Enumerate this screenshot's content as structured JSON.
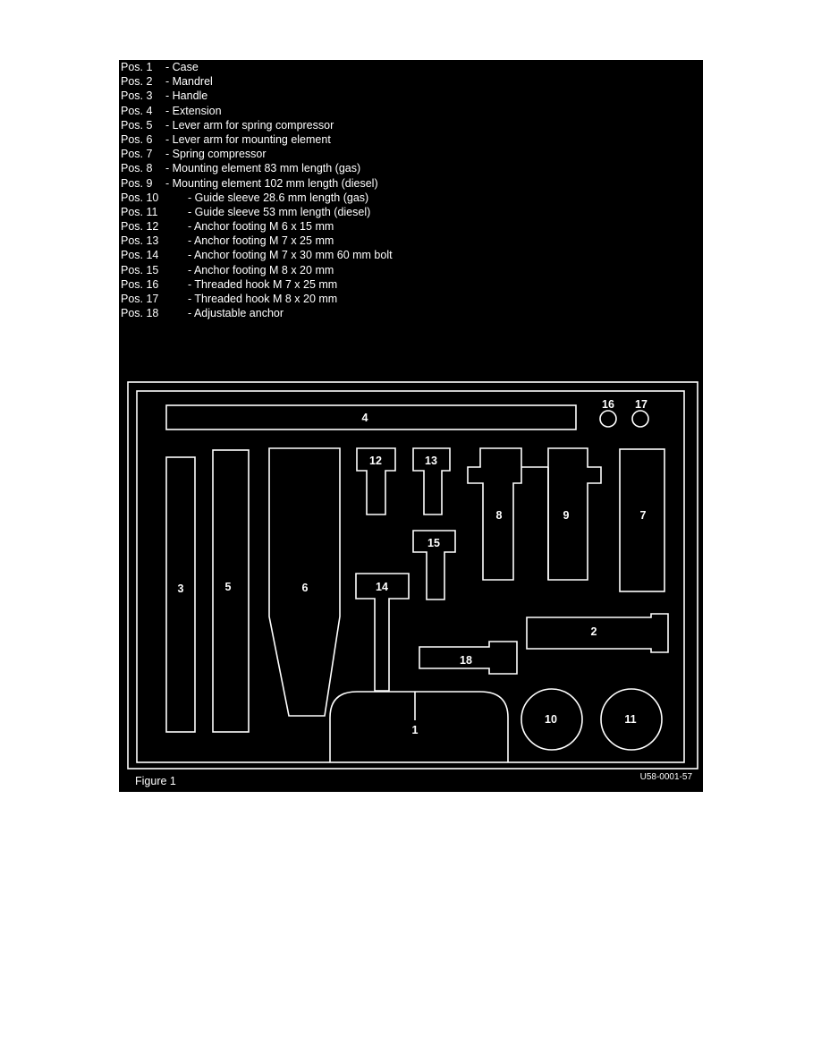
{
  "legend": [
    {
      "pos": "Pos. 1",
      "desc": "- Case"
    },
    {
      "pos": "Pos. 2",
      "desc": "- Mandrel"
    },
    {
      "pos": "Pos. 3",
      "desc": "- Handle"
    },
    {
      "pos": "Pos. 4",
      "desc": "- Extension"
    },
    {
      "pos": "Pos. 5",
      "desc": "- Lever arm for spring compressor"
    },
    {
      "pos": "Pos. 6",
      "desc": "- Lever arm for mounting element"
    },
    {
      "pos": "Pos. 7",
      "desc": "- Spring compressor"
    },
    {
      "pos": "Pos. 8",
      "desc": "- Mounting element 83 mm length (gas)"
    },
    {
      "pos": "Pos. 9",
      "desc": "- Mounting element 102 mm length (diesel)"
    },
    {
      "pos": "Pos. 10",
      "desc": "- Guide sleeve 28.6 mm length (gas)"
    },
    {
      "pos": "Pos. 11",
      "desc": "- Guide sleeve 53 mm length (diesel)"
    },
    {
      "pos": "Pos. 12",
      "desc": "- Anchor footing M 6 x 15 mm"
    },
    {
      "pos": "Pos. 13",
      "desc": "- Anchor footing M 7 x 25 mm"
    },
    {
      "pos": "Pos. 14",
      "desc": "- Anchor footing M 7 x 30 mm 60 mm bolt"
    },
    {
      "pos": "Pos. 15",
      "desc": "- Anchor footing M 8 x 20 mm"
    },
    {
      "pos": "Pos. 16",
      "desc": "- Threaded hook M 7 x 25 mm"
    },
    {
      "pos": "Pos. 17",
      "desc": "- Threaded hook M 8 x 20 mm"
    },
    {
      "pos": "Pos. 18",
      "desc": "- Adjustable anchor"
    }
  ],
  "tray_labels": {
    "p1": "1",
    "p2": "2",
    "p3": "3",
    "p4": "4",
    "p5": "5",
    "p6": "6",
    "p7": "7",
    "p8": "8",
    "p9": "9",
    "p10": "10",
    "p11": "11",
    "p12": "12",
    "p13": "13",
    "p14": "14",
    "p15": "15",
    "p16": "16",
    "p17": "17",
    "p18": "18"
  },
  "caption": "Figure 1",
  "figure_code": "U58-0001-57",
  "colors": {
    "background": "#000000",
    "lines": "#ffffff",
    "page": "#ffffff"
  }
}
